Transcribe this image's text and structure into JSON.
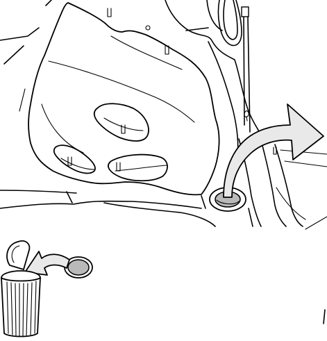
{
  "figure": {
    "kind": "service-manual-illustration",
    "palette": {
      "line": "#000000",
      "background": "#ffffff",
      "arrow_fill": "#e9e9e9",
      "plug_fill": "#b9b9b9",
      "can_fill": "#ffffff"
    },
    "callouts": [
      {
        "role": "remove-plug-from-body",
        "icon": "curved-arrow-icon"
      },
      {
        "role": "discard-plug",
        "icon": "curved-arrow-icon"
      }
    ],
    "symbols": [
      "rubber-plug-icon",
      "trash-can-icon"
    ]
  }
}
